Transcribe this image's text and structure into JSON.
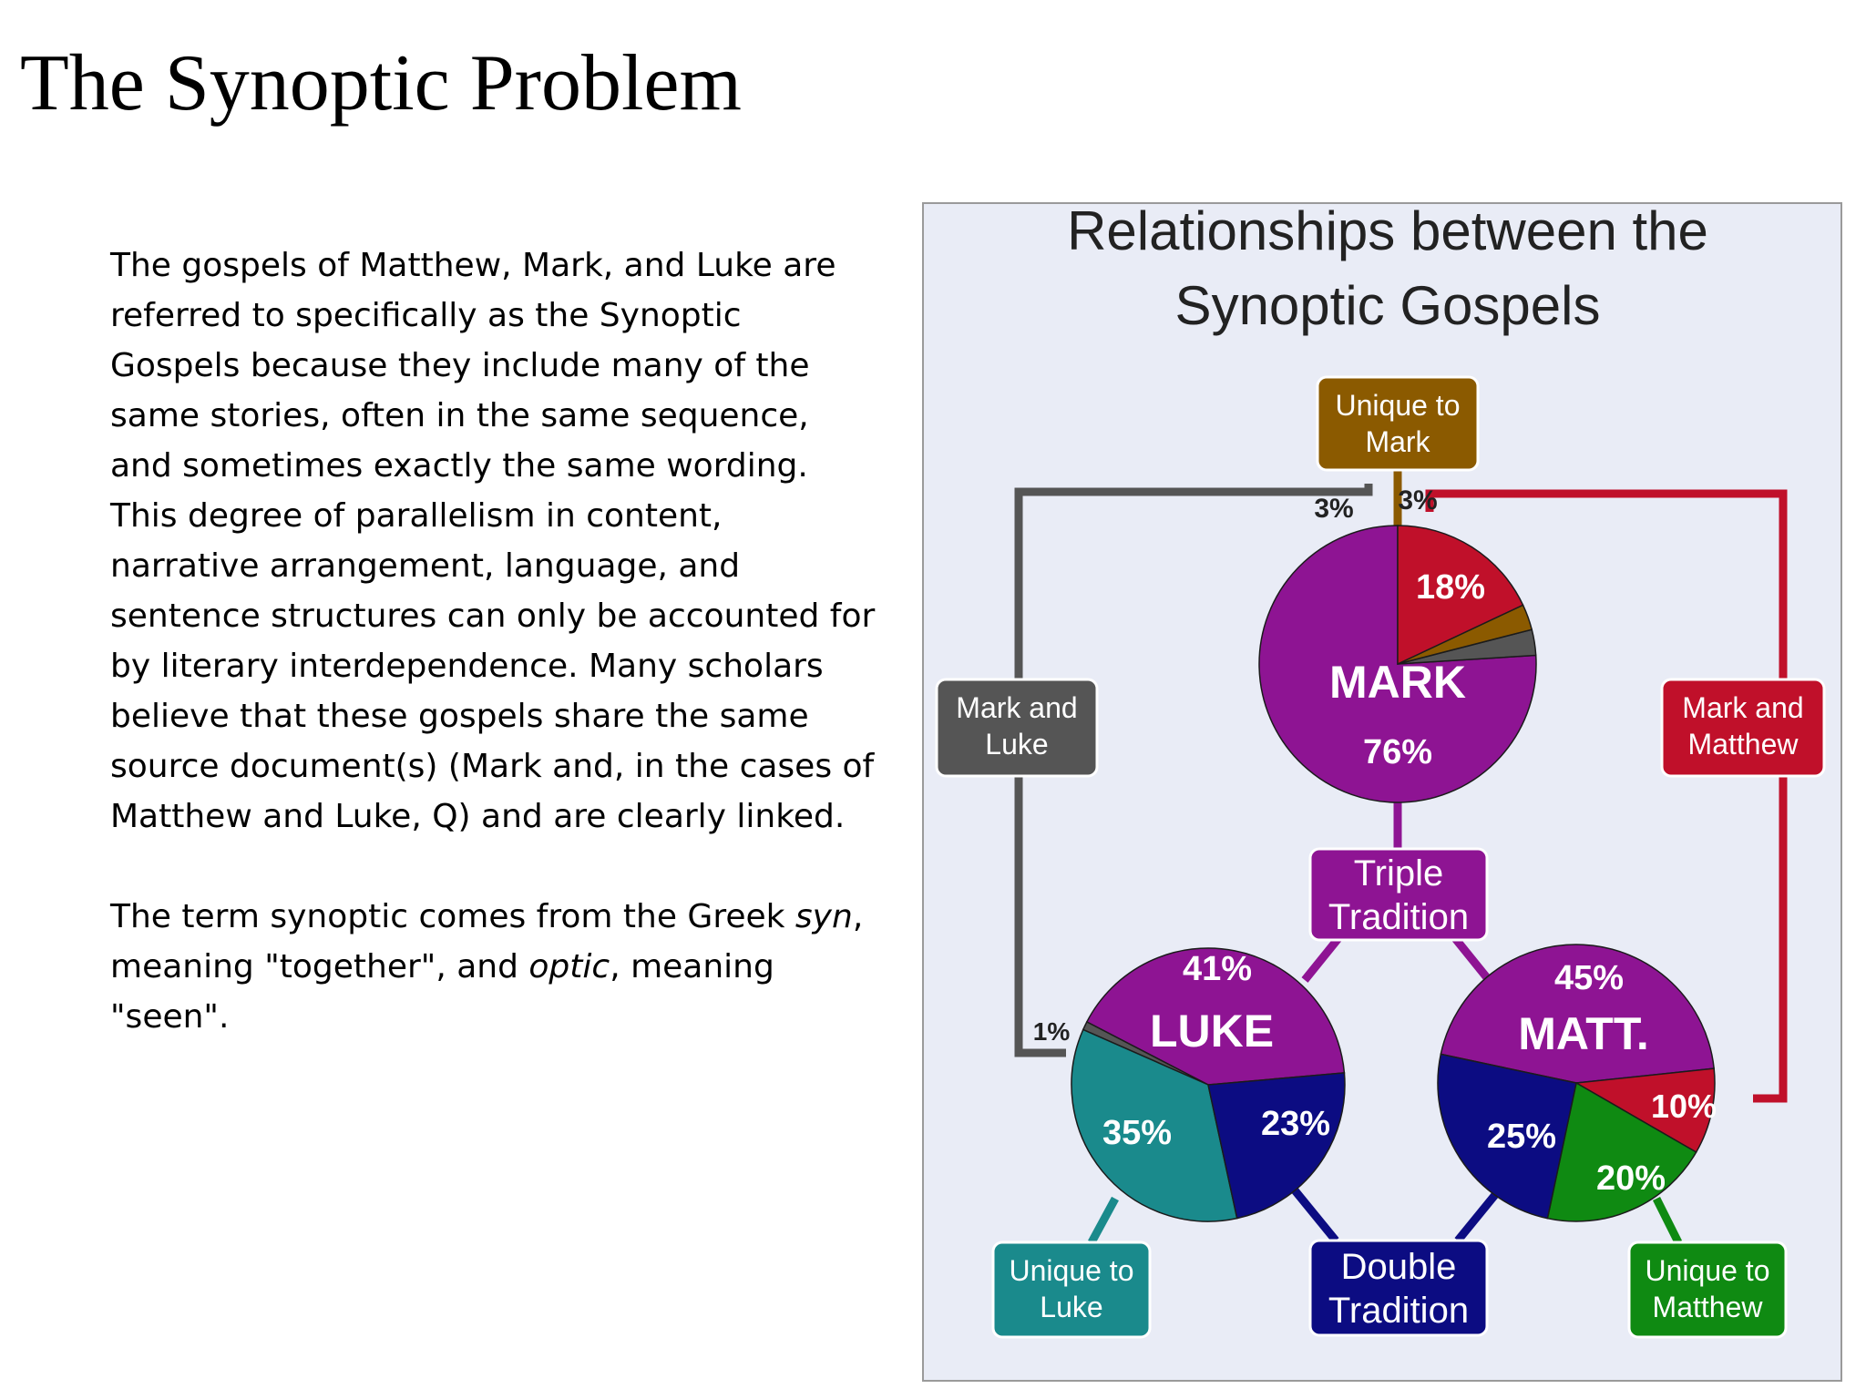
{
  "page": {
    "title": "The Synoptic Problem",
    "paragraph1": "The gospels of Matthew, Mark, and Luke are referred to specifically as the Synoptic Gospels because they include many of the same stories, often in the same sequence, and sometimes exactly the same wording. This degree of parallelism in content, narrative arrangement, language, and sentence structures can only be accounted for by literary interdependence. Many scholars believe that these gospels share the same source document(s) (Mark and, in the cases of Matthew and Luke, Q) and are clearly linked.",
    "paragraph2": {
      "part1": "The term synoptic comes from the Greek ",
      "word1": "syn",
      "part2": ", meaning \"together\", and ",
      "word2": "optic",
      "part3": ", meaning \"seen\"."
    }
  },
  "diagram": {
    "title_line1": "Relationships between the",
    "title_line2": "Synoptic Gospels",
    "colors": {
      "unique_mark": "#8b5a00",
      "mark_luke": "#555555",
      "mark_matthew": "#c0102a",
      "triple": "#8e1493",
      "double": "#0c0c82",
      "unique_luke": "#1a8a8c",
      "unique_matthew": "#0f8a12"
    },
    "boxes": {
      "unique_mark": [
        "Unique to",
        "Mark"
      ],
      "mark_luke": [
        "Mark and",
        "Luke"
      ],
      "mark_matthew": [
        "Mark and",
        "Matthew"
      ],
      "triple": [
        "Triple",
        "Tradition"
      ],
      "double": [
        "Double",
        "Tradition"
      ],
      "unique_luke": [
        "Unique to",
        "Luke"
      ],
      "unique_matthew": [
        "Unique to",
        "Matthew"
      ]
    },
    "pies": [
      {
        "id": "mark",
        "name": "MARK",
        "slices": [
          {
            "key": "triple",
            "value": 76,
            "label": "76%"
          },
          {
            "key": "mark_luke",
            "value": 3,
            "label": "3%"
          },
          {
            "key": "unique_mark",
            "value": 3,
            "label": "3%"
          },
          {
            "key": "mark_matthew",
            "value": 18,
            "label": "18%"
          }
        ]
      },
      {
        "id": "luke",
        "name": "LUKE",
        "slices": [
          {
            "key": "triple",
            "value": 41,
            "label": "41%"
          },
          {
            "key": "mark_luke",
            "value": 1,
            "label": "1%"
          },
          {
            "key": "unique_luke",
            "value": 35,
            "label": "35%"
          },
          {
            "key": "double",
            "value": 23,
            "label": "23%"
          }
        ]
      },
      {
        "id": "matt",
        "name": "MATT.",
        "slices": [
          {
            "key": "triple",
            "value": 45,
            "label": "45%"
          },
          {
            "key": "mark_matthew",
            "value": 10,
            "label": "10%"
          },
          {
            "key": "unique_matthew",
            "value": 20,
            "label": "20%"
          },
          {
            "key": "double",
            "value": 25,
            "label": "25%"
          }
        ]
      }
    ]
  }
}
